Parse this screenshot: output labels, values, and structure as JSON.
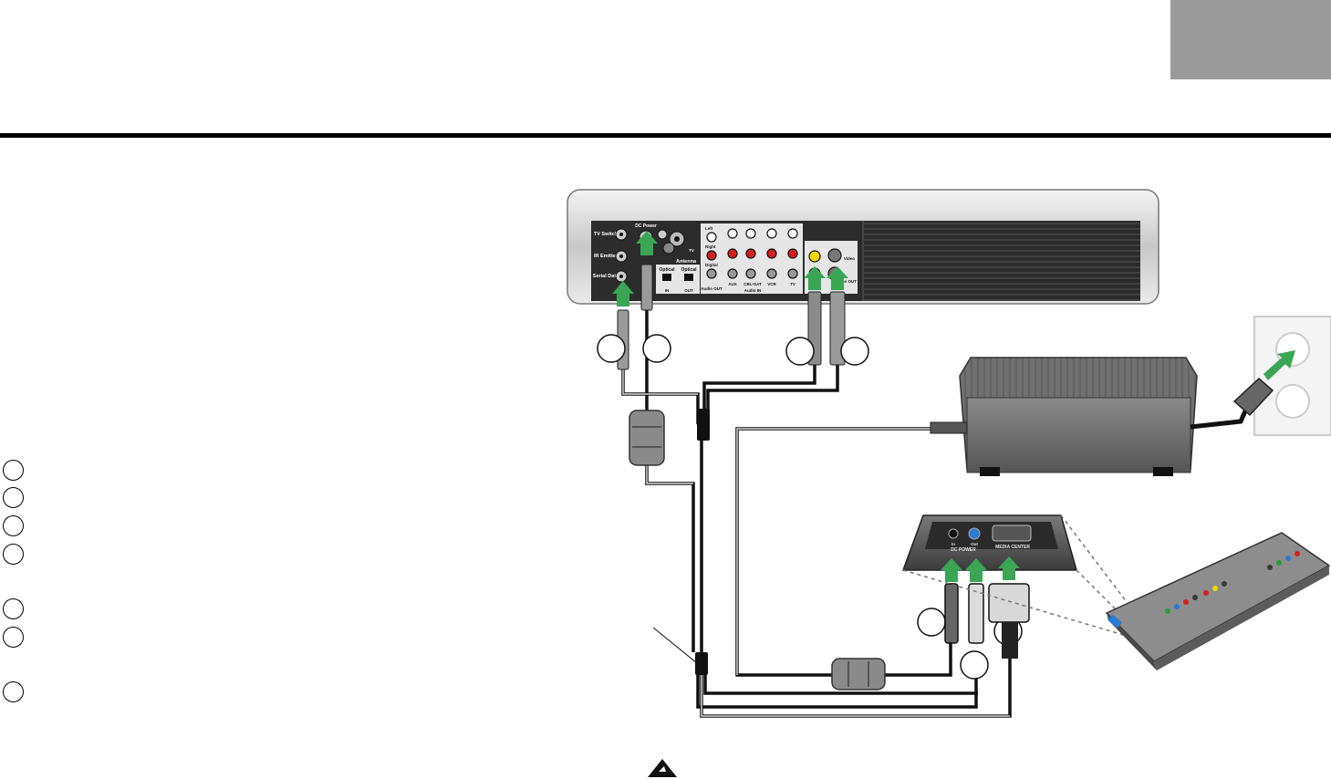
{
  "steps": [
    {
      "id": "step-1"
    },
    {
      "id": "step-2"
    },
    {
      "id": "step-3"
    },
    {
      "id": "step-4"
    },
    {
      "id": "step-5"
    },
    {
      "id": "step-6"
    },
    {
      "id": "step-7"
    }
  ],
  "console_labels": {
    "tv_switch": "TV Switch",
    "ir_emitter": "IR Emitter",
    "serial_data": "Serial Data",
    "dc_power": "DC Power",
    "antenna": "Antenna",
    "tv": "TV",
    "optical_in": "Optical",
    "optical_out": "Optical",
    "in": "IN",
    "out": "OUT",
    "audio_out": "Audio OUT",
    "left": "Left",
    "right": "Right",
    "digital": "Digital",
    "aux": "AUX",
    "cbl_sat": "CBL•SAT",
    "vcr": "VCR",
    "tv_in": "TV",
    "audio_in": "Audio IN",
    "video_out_1": "Video",
    "video_out_2": "Video OUT"
  },
  "adapter_labels": {
    "in": "In",
    "out": "Out",
    "dc_power": "DC POWER",
    "media_center": "MEDIA CENTER"
  },
  "colors": {
    "tab_gray": "#9a9a9a",
    "arrow_green": "#3aa655",
    "console_dark": "#2c2c2c",
    "power_supply": "#6e6e6e",
    "rca_yellow": "#f2d600",
    "rca_red": "#d42020"
  }
}
